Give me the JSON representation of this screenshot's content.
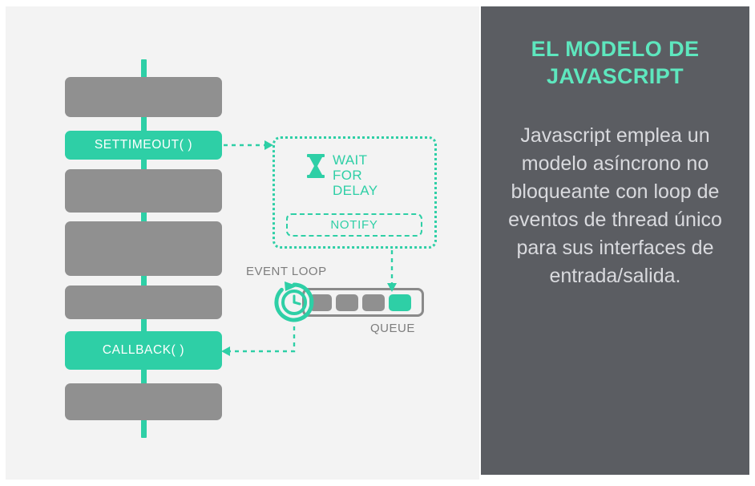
{
  "diagram": {
    "call_stack": {
      "blocks": [
        {
          "label": "",
          "type": "idle"
        },
        {
          "label": "SETTIMEOUT( )",
          "type": "accent"
        },
        {
          "label": "",
          "type": "idle"
        },
        {
          "label": "",
          "type": "idle"
        },
        {
          "label": "",
          "type": "idle"
        },
        {
          "label": "CALLBACK( )",
          "type": "accent"
        },
        {
          "label": "",
          "type": "idle"
        }
      ]
    },
    "web_api_box": {
      "wait_lines": [
        "WAIT",
        "FOR",
        "DELAY"
      ],
      "notify_label": "NOTIFY",
      "icon": "hourglass-icon"
    },
    "event_loop": {
      "label": "EVENT LOOP",
      "icon": "circular-arrow-clock-icon"
    },
    "queue": {
      "label": "QUEUE",
      "slots": [
        {
          "state": "empty"
        },
        {
          "state": "empty"
        },
        {
          "state": "empty"
        },
        {
          "state": "filled"
        }
      ]
    }
  },
  "panel": {
    "title": "EL MODELO DE JAVASCRIPT",
    "body": "Javascript emplea un modelo asíncrono no bloqueante con loop de eventos de thread único para sus interfaces de entrada/salida."
  },
  "colors": {
    "accent": "#2ecfa6",
    "accent_bright": "#5ee7be",
    "idle_gray": "#909090",
    "panel_bg": "#5b5d62",
    "stage_bg": "#f3f3f3",
    "body_text": "#d9dade",
    "label_gray": "#7d7d7d"
  }
}
